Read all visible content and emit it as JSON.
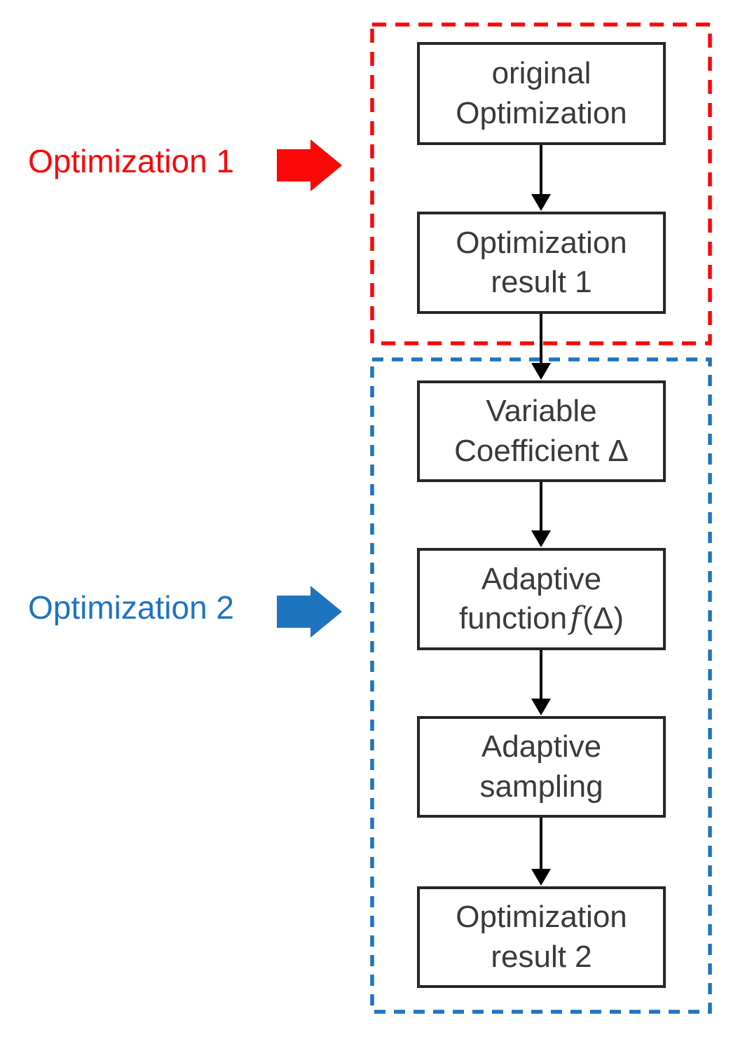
{
  "palette": {
    "red": "#FA0707",
    "blue": "#1F74BE",
    "box_border": "#262626",
    "text": "#3A3A3A",
    "connector": "#000000"
  },
  "labels": [
    {
      "text": "Optimization 1",
      "color": "#FA0707",
      "arrow_icon": "right-block-arrow-icon"
    },
    {
      "text": "Optimization 2",
      "color": "#1F74BE",
      "arrow_icon": "right-block-arrow-icon"
    }
  ],
  "groups": [
    {
      "name": "optimization-1-group",
      "outline_color": "#FA0707",
      "boxes": [
        "original Optimization",
        "Optimization result 1"
      ]
    },
    {
      "name": "optimization-2-group",
      "outline_color": "#1F74BE",
      "boxes": [
        "Variable Coefficient Δ",
        "Adaptive function f(Δ)",
        "Adaptive sampling",
        "Optimization result 2"
      ]
    }
  ],
  "flow": {
    "boxes": [
      {
        "name": "original-optimization",
        "line1": "original",
        "line2": "Optimization"
      },
      {
        "name": "optimization-result-1",
        "line1": "Optimization",
        "line2": "result 1"
      },
      {
        "name": "variable-coefficient-delta",
        "line1": "Variable",
        "line2": "Coefficient Δ"
      },
      {
        "name": "adaptive-function",
        "line1": "Adaptive",
        "line2_pre": "function",
        "line2_math": "f",
        "line2_post": "(Δ)"
      },
      {
        "name": "adaptive-sampling",
        "line1": "Adaptive",
        "line2": "sampling"
      },
      {
        "name": "optimization-result-2",
        "line1": "Optimization",
        "line2": "result 2"
      }
    ],
    "connector_count": 5
  }
}
